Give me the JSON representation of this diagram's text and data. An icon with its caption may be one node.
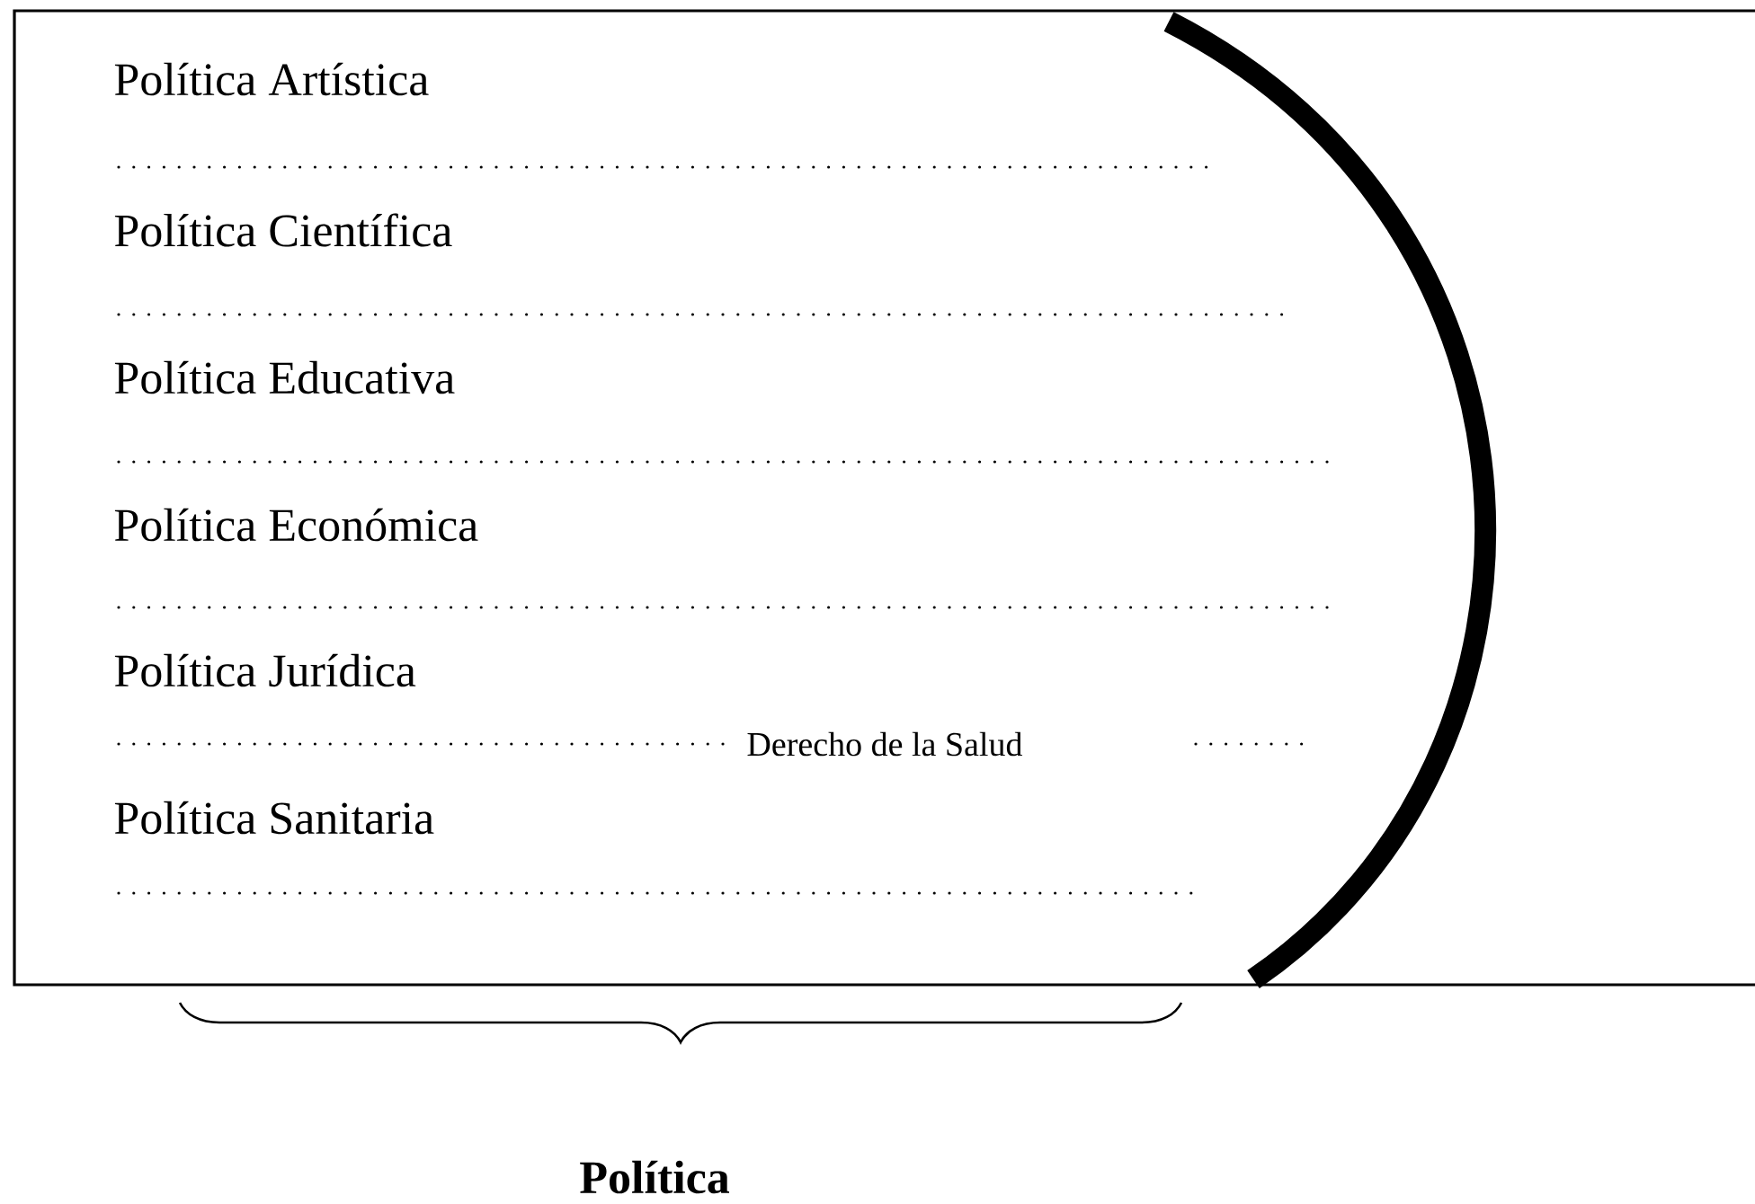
{
  "diagram": {
    "nodes": [
      {
        "text": [
          "Política Artística",
          "Política Científica",
          "Política Educativa",
          "Política Económica",
          "Política Jurídica",
          "Política Sanitaria",
          "Derecho de la Salud"
        ]
      }
    ],
    "labels": [
      "Política"
    ]
  }
}
